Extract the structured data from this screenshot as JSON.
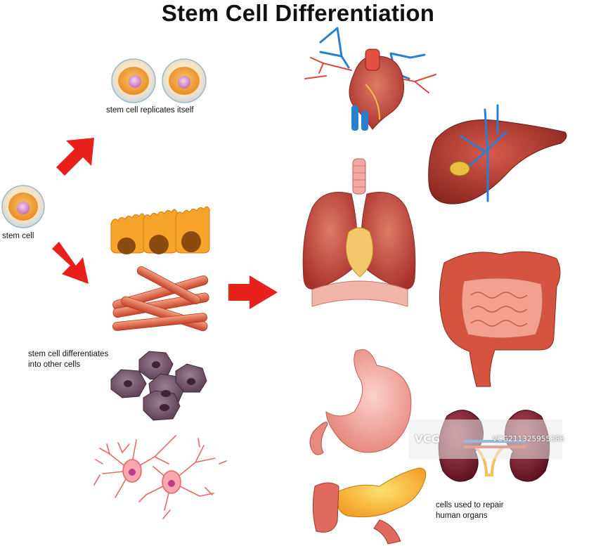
{
  "title": "Stem Cell Differentiation",
  "labels": {
    "stem_cell": "stem cell",
    "replicates": "stem cell replicates itself",
    "differentiates_line1": "stem cell differentiates",
    "differentiates_line2": "into other cells",
    "repair_line1": "cells used to repair",
    "repair_line2": "human organs"
  },
  "watermark": {
    "logo": "VCG",
    "id": "VCG211325955386"
  },
  "colors": {
    "arrow": "#e8201c",
    "organ_red": "#b8403a",
    "cell_orange": "#f4a233",
    "vessel_blue": "#2a7fd2"
  }
}
